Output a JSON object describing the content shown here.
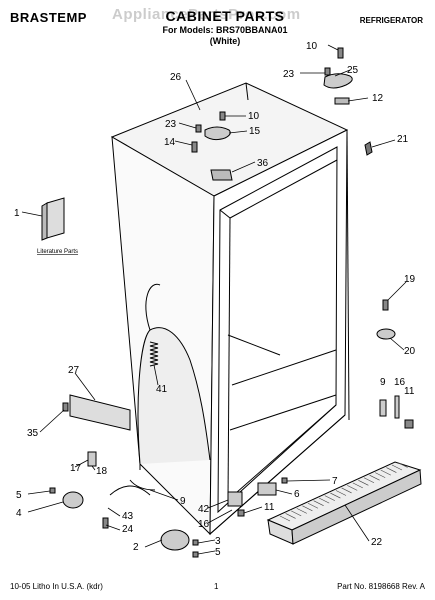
{
  "header": {
    "brand": "BRASTEMP",
    "title": "CABINET PARTS",
    "model_line": "For Models: BRS70BBANA01",
    "color_line": "(White)",
    "category": "REFRIGERATOR",
    "watermark": "AppliancePartsPros.com"
  },
  "footer": {
    "left": "10-05 Litho In U.S.A. (kdr)",
    "page": "1",
    "part_no": "Part No. 8198668 Rev. A"
  },
  "literature_label": "Literature Parts",
  "callouts": [
    "10",
    "23",
    "25",
    "12",
    "21",
    "26",
    "23",
    "10",
    "15",
    "14",
    "36",
    "1",
    "19",
    "20",
    "27",
    "41",
    "35",
    "9",
    "16",
    "11",
    "17",
    "18",
    "7",
    "6",
    "5",
    "4",
    "43",
    "9",
    "42",
    "16",
    "11",
    "24",
    "2",
    "3",
    "5",
    "22"
  ]
}
